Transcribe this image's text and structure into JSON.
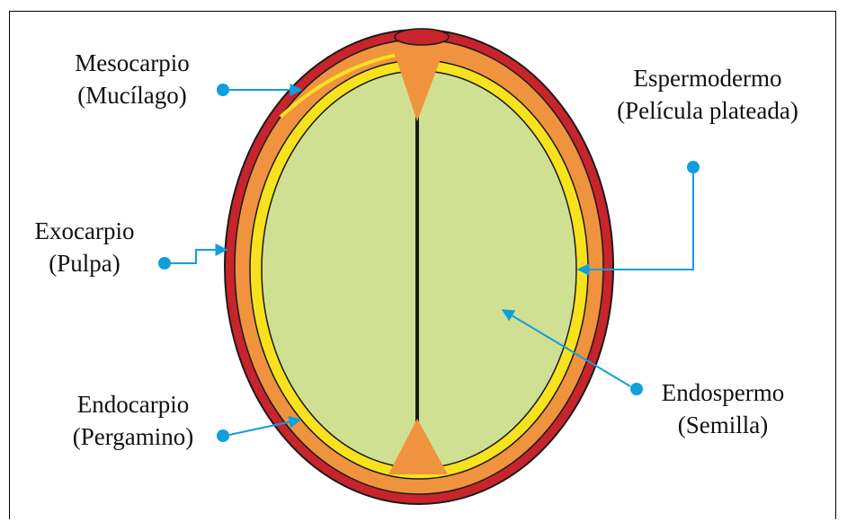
{
  "colors": {
    "exocarp": "#c8242b",
    "mesocarp": "#f0933f",
    "endocarp": "#f8e21e",
    "endosperm": "#d0e092",
    "pointer": "#0f9fdc",
    "outline": "#1a1a1a"
  },
  "labels": {
    "mesocarpio": {
      "line1": "Mesocarpio",
      "line2": "(Mucílago)"
    },
    "exocarpio": {
      "line1": "Exocarpio",
      "line2": "(Pulpa)"
    },
    "endocarpio": {
      "line1": "Endocarpio",
      "line2": "(Pergamino)"
    },
    "espermodermo": {
      "line1": "Espermodermo",
      "line2": "(Película plateada)"
    },
    "endospermo": {
      "line1": "Endospermo",
      "line2": "(Semilla)"
    }
  }
}
